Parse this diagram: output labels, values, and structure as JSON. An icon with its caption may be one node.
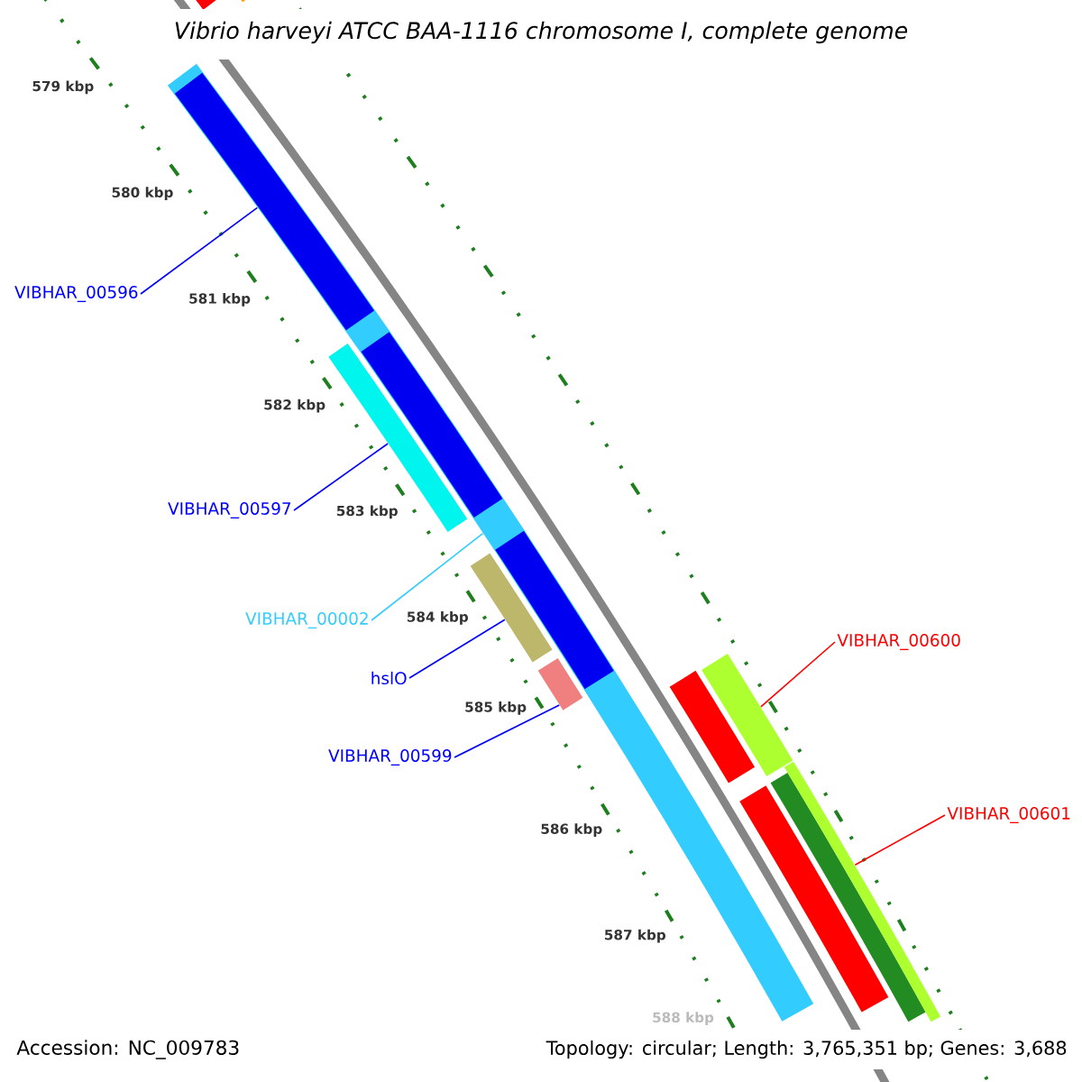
{
  "diagram": {
    "title": "Vibrio harveyi ATCC BAA-1116 chromosome I, complete genome",
    "nodes": [
      {
        "text": [
          "VIBHAR_00596"
        ]
      },
      {
        "text": [
          "VIBHAR_00597"
        ]
      },
      {
        "text": [
          "VIBHAR_00002"
        ]
      },
      {
        "text": [
          "hslO"
        ]
      },
      {
        "text": [
          "VIBHAR_00599"
        ]
      },
      {
        "text": [
          "VIBHAR_00600"
        ]
      },
      {
        "text": [
          "VIBHAR_00601"
        ]
      },
      {
        "text": [],
        "shape": "bar"
      },
      {
        "text": [],
        "shape": "bar",
        "in": 7
      },
      {
        "text": [],
        "shape": "bar",
        "in": 7
      },
      {
        "text": [],
        "shape": "bar",
        "in": 7
      },
      {
        "text": [],
        "shape": "bar"
      },
      {
        "text": [],
        "shape": "bar"
      },
      {
        "text": [],
        "shape": "bar"
      },
      {
        "text": [],
        "shape": "bar"
      },
      {
        "text": [],
        "shape": "bar"
      },
      {
        "text": [],
        "shape": "bar"
      },
      {
        "text": [],
        "shape": "bar"
      },
      {
        "text": [],
        "shape": "bar"
      },
      {
        "text": [],
        "shape": "bar"
      },
      {
        "text": [],
        "shape": "bar"
      }
    ],
    "edges": [
      {
        "from": 0,
        "to": 8,
        "arrow": "none"
      },
      {
        "from": 1,
        "to": 11,
        "arrow": "none"
      },
      {
        "from": 2,
        "to": 7,
        "arrow": "none",
        "color": "#33ccff"
      },
      {
        "from": 3,
        "to": 12,
        "arrow": "none"
      },
      {
        "from": 4,
        "to": 13,
        "arrow": "none"
      },
      {
        "from": 5,
        "to": 17,
        "arrow": "none",
        "color": "#ff0000"
      },
      {
        "from": 6,
        "to": 20,
        "arrow": "none",
        "color": "#ff0000"
      }
    ],
    "labels": [
      "579 kbp",
      "580 kbp",
      "581 kbp",
      "582 kbp",
      "583 kbp",
      "584 kbp",
      "585 kbp",
      "586 kbp",
      "587 kbp",
      "588 kbp",
      "Accession: NC_009783",
      "Topology: circular; Length: 3,765,351 bp; Genes: 3,688"
    ]
  }
}
